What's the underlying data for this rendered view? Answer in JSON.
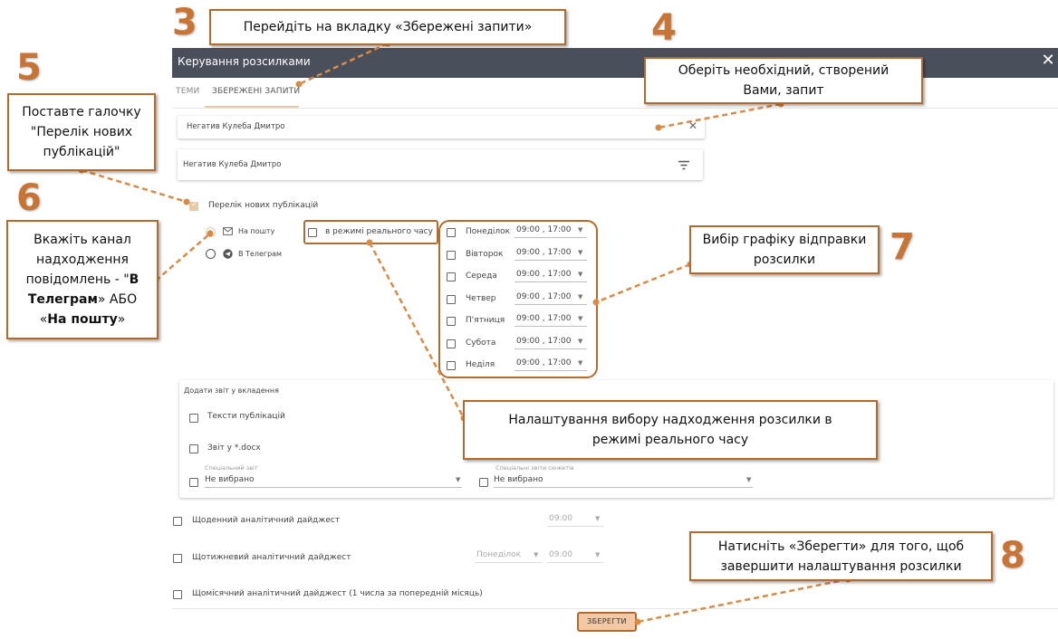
{
  "dialog": {
    "title": "Керування розсилками",
    "close": "✕",
    "tabs": [
      "ТЕМИ",
      "ЗБЕРЕЖЕНІ ЗАПИТИ"
    ],
    "query_chip": "Негатив Кулеба Дмитро",
    "query_chip_clear": "✕",
    "query_list_item": "Негатив Кулеба Дмитро",
    "new_publications_label": "Перелік нових публікацій",
    "channels": [
      {
        "label": "На пошту",
        "icon": "envelope-icon",
        "selected": true
      },
      {
        "label": "В Телеграм",
        "icon": "telegram-icon",
        "selected": false
      }
    ],
    "realtime_label": "в режимі реального часу",
    "schedule": [
      {
        "day": "Понеділок",
        "time": "09:00 , 17:00"
      },
      {
        "day": "Вівторок",
        "time": "09:00 , 17:00"
      },
      {
        "day": "Середа",
        "time": "09:00 , 17:00"
      },
      {
        "day": "Четвер",
        "time": "09:00 , 17:00"
      },
      {
        "day": "П'ятниця",
        "time": "09:00 , 17:00"
      },
      {
        "day": "Субота",
        "time": "09:00 , 17:00"
      },
      {
        "day": "Неділя",
        "time": "09:00 , 17:00"
      }
    ],
    "attach": {
      "header": "Додати звіт у вкладення",
      "texts_label": "Тексти публікацій",
      "docx_label": "Звіт у *.docx",
      "special_report_caption": "Спеціальний звіт",
      "special_report_value": "Не вибрано",
      "special_plot_caption": "Спеціальні звіти сюжетів",
      "special_plot_value": "Не вибрано"
    },
    "daily_label": "Щоденний аналітичний дайджест",
    "daily_time": "09:00",
    "weekly_label": "Щотижневий аналітичний дайджест",
    "weekly_day": "Понеділок",
    "weekly_time": "09:00",
    "monthly_label": "Щомісячний аналітичний дайджест (1 числа за попередній місяць)",
    "save_label": "ЗБЕРЕГТИ"
  },
  "annotations": {
    "n3": "3",
    "c3": "Перейдіть на вкладку «Збережені запити»",
    "n4": "4",
    "c4": "Оберіть необхідний, створений Вами, запит",
    "n5": "5",
    "c5": "Поставте галочку \"Перелік нових публікацій\"",
    "n6": "6",
    "c6_a": "Вкажіть канал надходження повідомлень - \"",
    "c6_b": "В Телеграм",
    "c6_c": "» АБО «",
    "c6_d": "На пошту",
    "c6_e": "»",
    "n7": "7",
    "c7": "Вибір графіку відправки розсилки",
    "c_rt": "Налаштування вибору надходження розсилки в режимі реального часу",
    "n8": "8",
    "c8": "Натисніть «Зберегти» для того, щоб завершити налаштування розсилки"
  },
  "colors": {
    "accent": "#b56a2d",
    "number": "#c77434",
    "titlebar": "#4a4f5c",
    "checked": "#e5c9a8"
  }
}
